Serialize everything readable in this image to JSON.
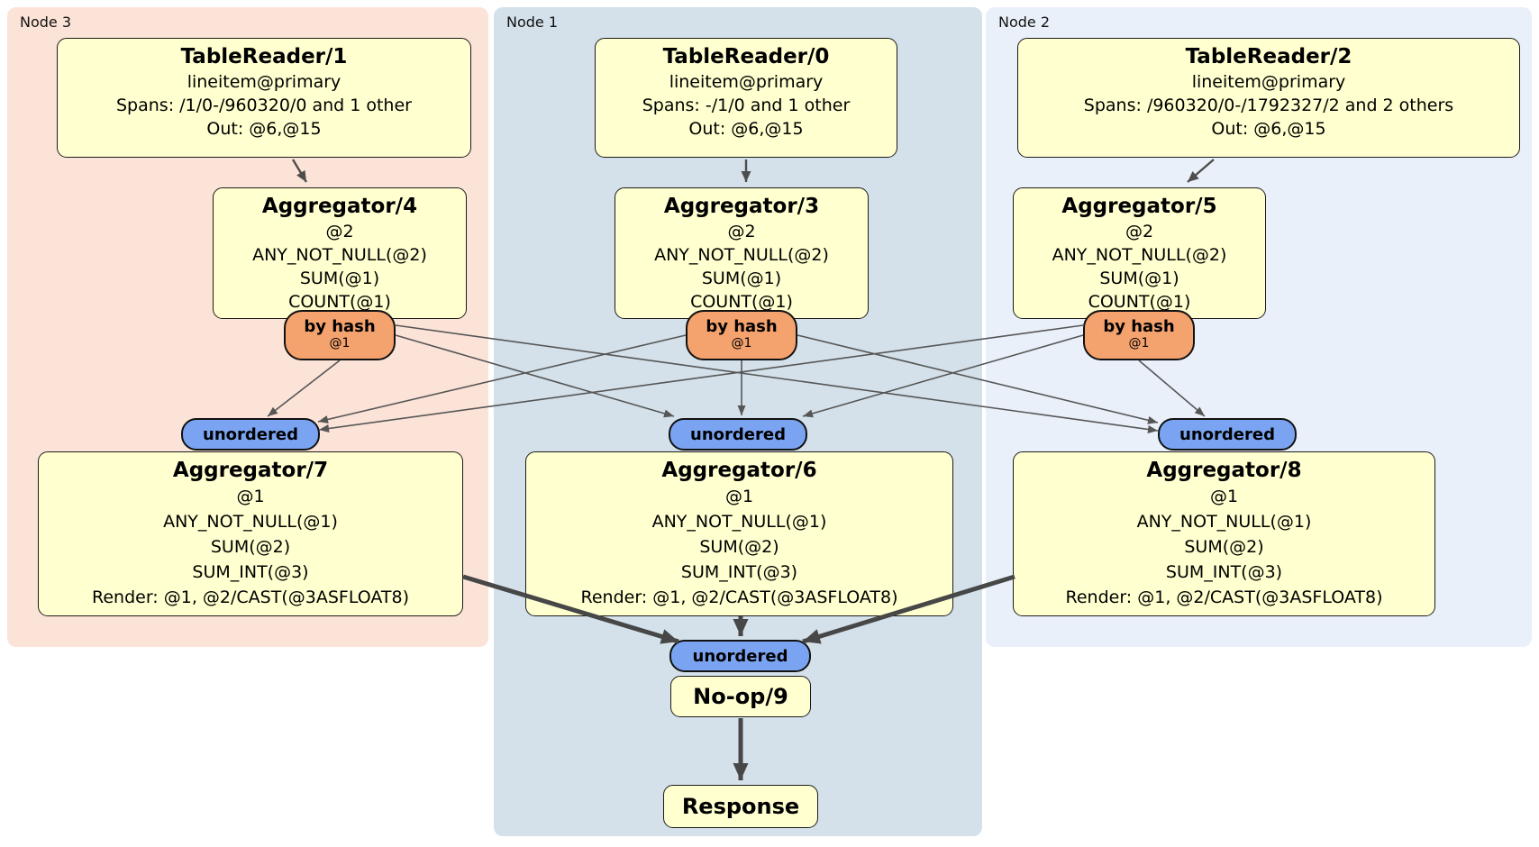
{
  "groups": [
    {
      "label": "Node 3"
    },
    {
      "label": "Node 1"
    },
    {
      "label": "Node 2"
    }
  ],
  "boxes": {
    "tr1": {
      "title": "TableReader/1",
      "lines": [
        "lineitem@primary",
        "Spans: /1/0-/960320/0 and 1 other",
        "Out: @6,@15"
      ]
    },
    "tr0": {
      "title": "TableReader/0",
      "lines": [
        "lineitem@primary",
        "Spans: -/1/0 and 1 other",
        "Out: @6,@15"
      ]
    },
    "tr2": {
      "title": "TableReader/2",
      "lines": [
        "lineitem@primary",
        "Spans: /960320/0-/1792327/2 and 2 others",
        "Out: @6,@15"
      ]
    },
    "agg4": {
      "title": "Aggregator/4",
      "lines": [
        "@2",
        "ANY_NOT_NULL(@2)",
        "SUM(@1)",
        "COUNT(@1)"
      ]
    },
    "agg3": {
      "title": "Aggregator/3",
      "lines": [
        "@2",
        "ANY_NOT_NULL(@2)",
        "SUM(@1)",
        "COUNT(@1)"
      ]
    },
    "agg5": {
      "title": "Aggregator/5",
      "lines": [
        "@2",
        "ANY_NOT_NULL(@2)",
        "SUM(@1)",
        "COUNT(@1)"
      ]
    },
    "agg7": {
      "title": "Aggregator/7",
      "lines": [
        "@1",
        "ANY_NOT_NULL(@1)",
        "SUM(@2)",
        "SUM_INT(@3)",
        "Render: @1, @2/CAST(@3ASFLOAT8)"
      ]
    },
    "agg6": {
      "title": "Aggregator/6",
      "lines": [
        "@1",
        "ANY_NOT_NULL(@1)",
        "SUM(@2)",
        "SUM_INT(@3)",
        "Render: @1, @2/CAST(@3ASFLOAT8)"
      ]
    },
    "agg8": {
      "title": "Aggregator/8",
      "lines": [
        "@1",
        "ANY_NOT_NULL(@1)",
        "SUM(@2)",
        "SUM_INT(@3)",
        "Render: @1, @2/CAST(@3ASFLOAT8)"
      ]
    },
    "noop": {
      "title": "No-op/9"
    },
    "response": {
      "title": "Response"
    }
  },
  "routers": {
    "by_hash": {
      "label": "by hash",
      "detail": "@1"
    },
    "sync": {
      "label": "unordered"
    }
  },
  "colors": {
    "node3_bg": "#fce3d7",
    "node1_bg": "#d4e1ea",
    "node2_bg": "#eaf0fa",
    "processor_fill": "#ffffcf",
    "hash_router_fill": "#f4a26e",
    "unordered_fill": "#7aa4f1",
    "edge_thin": "#565656",
    "edge_thick": "#474747"
  }
}
